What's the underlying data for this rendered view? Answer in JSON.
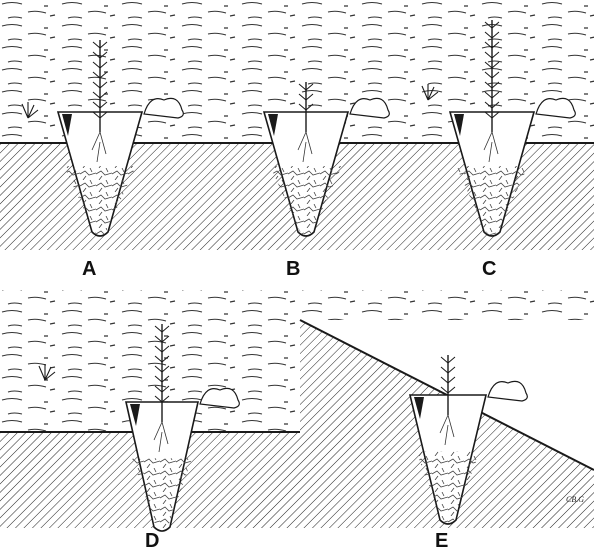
{
  "panels": [
    {
      "label": "A",
      "variant": "planting-hole-level-ground"
    },
    {
      "label": "B",
      "variant": "planting-hole-level-ground"
    },
    {
      "label": "C",
      "variant": "planting-hole-level-ground"
    },
    {
      "label": "D",
      "variant": "planting-hole-level-ground"
    },
    {
      "label": "E",
      "variant": "planting-hole-slope"
    }
  ],
  "signature": "CB.G",
  "colors": {
    "ink": "#1a1a1a",
    "paper": "#ffffff"
  }
}
